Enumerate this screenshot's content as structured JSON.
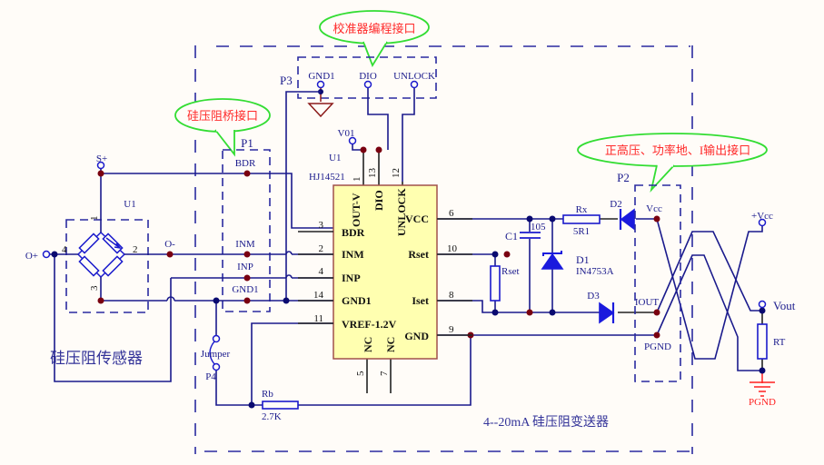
{
  "title": "4--20mA 硅压阻变送器",
  "callouts": {
    "calibrator": "校准器编程接口",
    "bridge": "硅压阻桥接口",
    "output": "正高压、功率地、I输出接口"
  },
  "sensor": {
    "label": "硅压阻传感器",
    "ref": "U1",
    "pins": [
      "1",
      "2",
      "3",
      "4"
    ],
    "nodes": {
      "s_plus": "S+",
      "o_plus": "O+",
      "o_minus": "O-"
    }
  },
  "connectors": {
    "p1": {
      "ref": "P1",
      "pins": [
        "BDR",
        "INM",
        "INP",
        "GND1"
      ]
    },
    "p2": {
      "ref": "P2",
      "pins": [
        "Vcc",
        "IOUT",
        "PGND"
      ]
    },
    "p3": {
      "ref": "P3",
      "pins": [
        "GND1",
        "DIO",
        "UNLOCK"
      ]
    },
    "p4": {
      "ref": "P4",
      "label": "Jumper"
    }
  },
  "chip": {
    "ref": "U1",
    "part": "HJ14521",
    "v01": "V01",
    "top_pins": [
      {
        "num": "1",
        "name": "OUT-V"
      },
      {
        "num": "13",
        "name": "DIO"
      },
      {
        "num": "12",
        "name": "UNLOCK"
      }
    ],
    "left_pins": [
      {
        "num": "3",
        "name": "BDR"
      },
      {
        "num": "2",
        "name": "INM"
      },
      {
        "num": "4",
        "name": "INP"
      },
      {
        "num": "14",
        "name": "GND1"
      },
      {
        "num": "11",
        "name": "VREF-1.2V"
      }
    ],
    "right_pins": [
      {
        "num": "6",
        "name": "VCC"
      },
      {
        "num": "10",
        "name": "Rset"
      },
      {
        "num": "8",
        "name": "Iset"
      },
      {
        "num": "9",
        "name": "GND"
      }
    ],
    "bottom_pins": [
      {
        "num": "5",
        "name": "NC"
      },
      {
        "num": "7",
        "name": "NC"
      }
    ]
  },
  "components": {
    "c1": {
      "ref": "C1",
      "value": "105"
    },
    "rx": {
      "ref": "Rx",
      "value": "5R1"
    },
    "d1": {
      "ref": "D1",
      "value": "IN4753A"
    },
    "d2": {
      "ref": "D2"
    },
    "d3": {
      "ref": "D3"
    },
    "rset": {
      "ref": "Rset"
    },
    "rb": {
      "ref": "Rb",
      "value": "2.7K"
    },
    "rt": {
      "ref": "RT"
    }
  },
  "load": {
    "vcc": "+Vcc",
    "vout": "Vout",
    "pgnd": "PGND"
  },
  "colors": {
    "wire": "#1a1a8c",
    "callout_border": "#33dd33",
    "callout_text": "#ff2a2a",
    "chip_fill": "#ffffb0",
    "ground_red": "#ff2020"
  }
}
